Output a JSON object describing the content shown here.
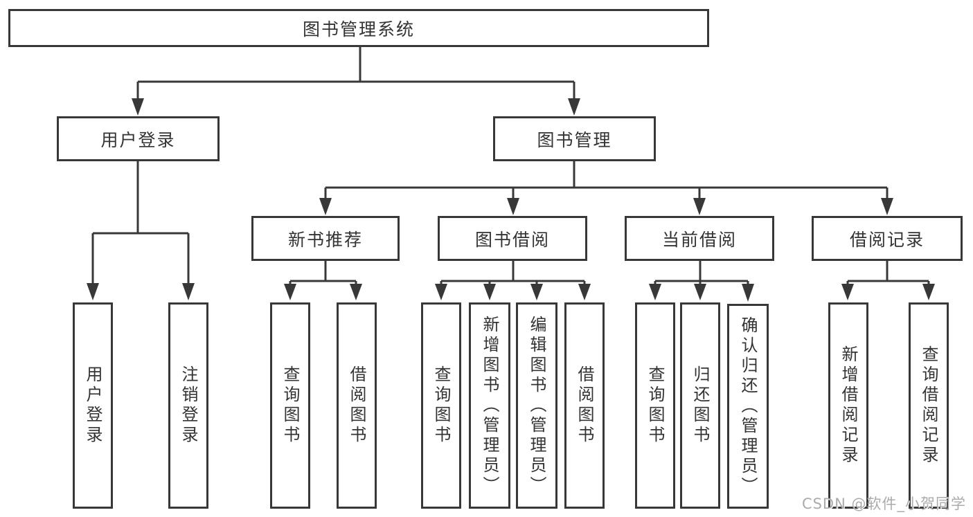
{
  "tree": {
    "root": {
      "label": "图书管理系统"
    },
    "children": [
      {
        "label": "用户登录",
        "children": [
          {
            "label": "用户登录"
          },
          {
            "label": "注销登录"
          }
        ]
      },
      {
        "label": "图书管理",
        "children": [
          {
            "label": "新书推荐",
            "children": [
              {
                "label": "查询图书"
              },
              {
                "label": "借阅图书"
              }
            ]
          },
          {
            "label": "图书借阅",
            "children": [
              {
                "label": "查询图书"
              },
              {
                "label": "新增图书（管理员）"
              },
              {
                "label": "编辑图书（管理员）"
              },
              {
                "label": "借阅图书"
              }
            ]
          },
          {
            "label": "当前借阅",
            "children": [
              {
                "label": "查询图书"
              },
              {
                "label": "归还图书"
              },
              {
                "label": "确认归还（管理员）"
              }
            ]
          },
          {
            "label": "借阅记录",
            "children": [
              {
                "label": "新增借阅记录"
              },
              {
                "label": "查询借阅记录"
              }
            ]
          }
        ]
      }
    ]
  },
  "watermark": {
    "text": "CSDN @软件_小贺同学"
  },
  "colors": {
    "line": "#383838",
    "text": "#333333",
    "watermark": "#ababab",
    "background": "#ffffff"
  }
}
